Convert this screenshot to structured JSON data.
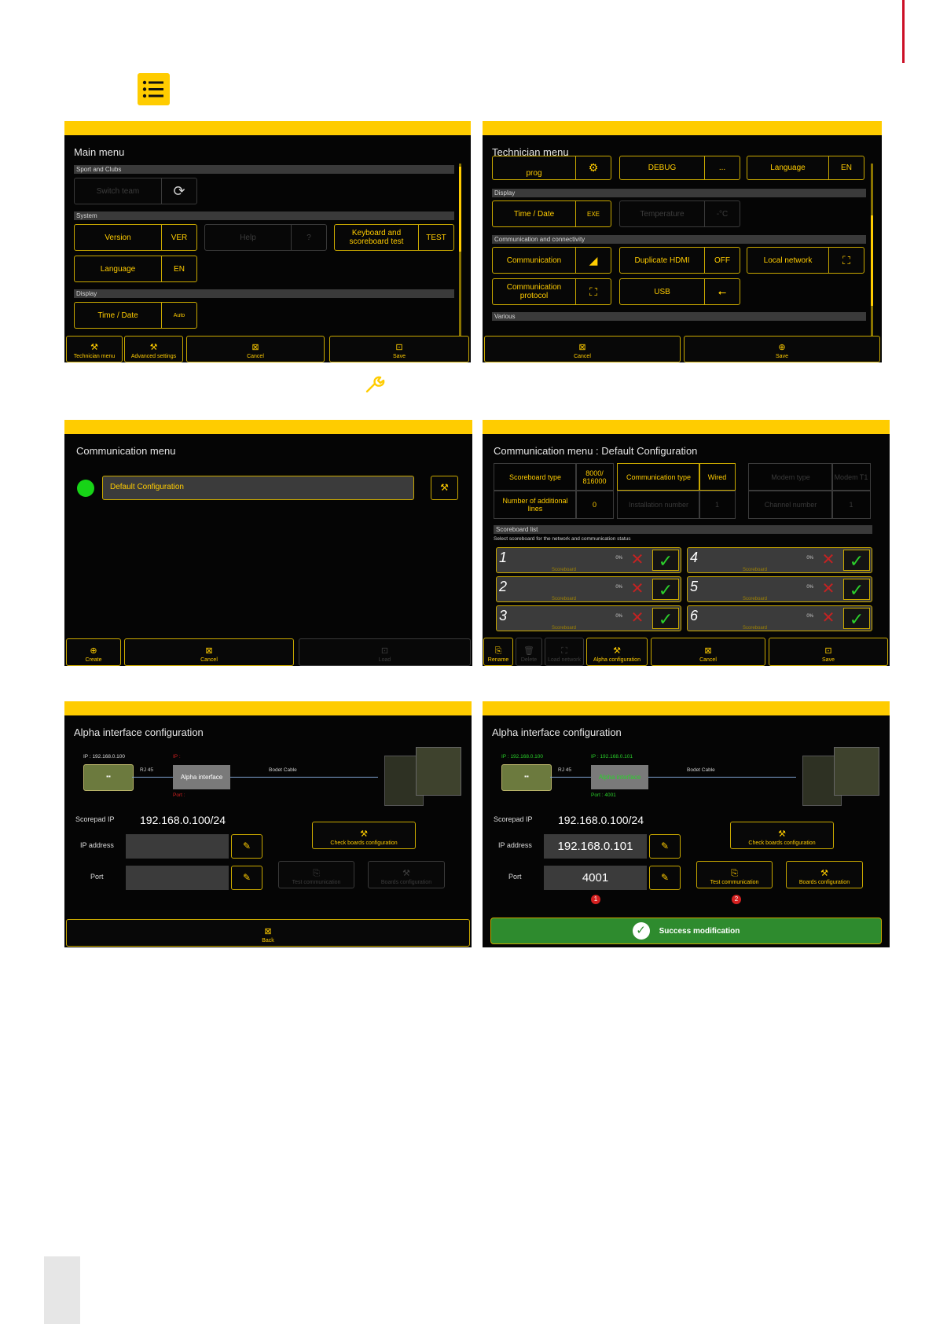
{
  "header_icon": "list-menu-icon",
  "mid_icon": "wrench-icon",
  "main_menu": {
    "title": "Main menu",
    "sec_sport": "Sport and Clubs",
    "switch_team": "Switch team",
    "sec_system": "System",
    "version": "Version",
    "version_val": "VER",
    "help": "Help",
    "help_val": "?",
    "keyboard": "Keyboard and scoreboard test",
    "keyboard_val": "TEST",
    "language": "Language",
    "language_val": "EN",
    "sec_display": "Display",
    "timedate": "Time / Date",
    "timedate_val": "Auto",
    "footer": [
      "Technician menu",
      "Advanced settings",
      "Cancel",
      "Save"
    ]
  },
  "tech_menu": {
    "title": "Technician menu",
    "sec_display": "Display",
    "sec_comm": "Communication and connectivity",
    "sec_various": "Various",
    "partial_top": "prog",
    "debug": "DEBUG",
    "debug_val": "...",
    "language": "Language",
    "language_val": "EN",
    "timedate": "Time / Date",
    "timedate_val": "EXE",
    "temperature": "Temperature",
    "temperature_val": "-°C",
    "communication": "Communication",
    "duplicate_hdmi": "Duplicate HDMI",
    "duplicate_hdmi_val": "OFF",
    "local_network": "Local network",
    "comm_protocol": "Communication protocol",
    "usb": "USB",
    "footer": [
      "Cancel",
      "Save"
    ]
  },
  "comm_menu": {
    "title": "Communication menu",
    "item": "Default Configuration",
    "footer": [
      "Create",
      "Cancel",
      "Load"
    ]
  },
  "comm_default": {
    "title": "Communication menu : Default Configuration",
    "scoreboard_type": "Scoreboard type",
    "scoreboard_type_val": "8000/ 816000",
    "comm_type": "Communication type",
    "comm_type_val": "Wired",
    "modem_type": "Modem type",
    "modem_type_val": "Modem T1",
    "num_lines": "Number of additional lines",
    "num_lines_val": "0",
    "installation": "Installation number",
    "installation_val": "1",
    "channel": "Channel number",
    "channel_val": "1",
    "sec_list": "Scoreboard list",
    "select_note": "Select scoreboard for the network and communication status",
    "rows": [
      {
        "num": "1",
        "sub": "Scoreboard",
        "pct": "0%"
      },
      {
        "num": "2",
        "sub": "Scoreboard",
        "pct": "0%"
      },
      {
        "num": "3",
        "sub": "Scoreboard",
        "pct": "0%"
      },
      {
        "num": "4",
        "sub": "Scoreboard",
        "pct": "0%"
      },
      {
        "num": "5",
        "sub": "Scoreboard",
        "pct": "0%"
      },
      {
        "num": "6",
        "sub": "Scoreboard",
        "pct": "0%"
      }
    ],
    "footer": [
      "Rename",
      "Delete",
      "Load network",
      "Alpha configuration",
      "Cancel",
      "Save"
    ]
  },
  "alpha_a": {
    "title": "Alpha interface configuration",
    "ip_left": "IP : 192.168.0.100",
    "ip_right": "IP :",
    "rj45": "RJ 45",
    "alpha": "Alpha interface",
    "port": "Port :",
    "cable": "Bodet Cable",
    "scorepad_ip_label": "Scorepad IP",
    "scorepad_ip": "192.168.0.100/24",
    "ip_address": "IP address",
    "port_label": "Port",
    "check_boards": "Check boards configuration",
    "test_comm": "Test communication",
    "boards_conf": "Boards configuration",
    "footer": "Back"
  },
  "alpha_b": {
    "title": "Alpha interface configuration",
    "ip_left": "IP : 192.168.0.100",
    "ip_right": "IP : 192.168.0.101",
    "rj45": "RJ 45",
    "alpha": "Alpha interface",
    "port": "Port : 4001",
    "cable": "Bodet Cable",
    "scorepad_ip_label": "Scorepad IP",
    "scorepad_ip": "192.168.0.100/24",
    "ip_address": "IP address",
    "ip_value": "192.168.0.101",
    "port_label": "Port",
    "port_value": "4001",
    "check_boards": "Check boards configuration",
    "test_comm": "Test communication",
    "boards_conf": "Boards configuration",
    "badge1": "1",
    "badge2": "2",
    "success": "Success modification"
  },
  "colors": {
    "accent": "#ffcc00",
    "panel_bg": "#050505",
    "success": "#2e8b2e",
    "error": "#c42222"
  }
}
